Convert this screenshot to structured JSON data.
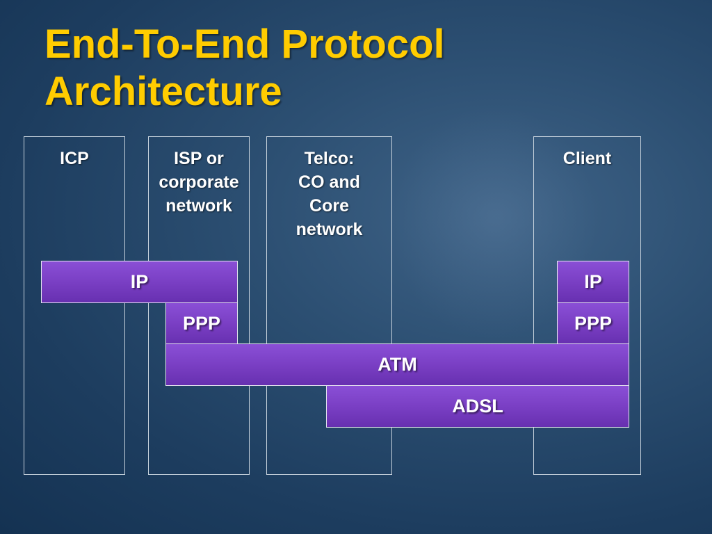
{
  "title": {
    "line1": "End-To-End Protocol",
    "line2": "Architecture"
  },
  "columns": [
    {
      "lines": [
        "ICP"
      ]
    },
    {
      "lines": [
        "ISP or",
        "corporate",
        "network"
      ]
    },
    {
      "lines": [
        "Telco:",
        "CO and",
        "Core",
        "network"
      ]
    },
    {
      "lines": [
        "Client"
      ]
    }
  ],
  "layers": {
    "ip_left": "IP",
    "ip_right": "IP",
    "ppp_left": "PPP",
    "ppp_right": "PPP",
    "atm": "ATM",
    "adsl": "ADSL"
  },
  "colors": {
    "title": "#ffcc00",
    "layer_fill": "#7a3fc4",
    "background": "#2c4f72"
  }
}
